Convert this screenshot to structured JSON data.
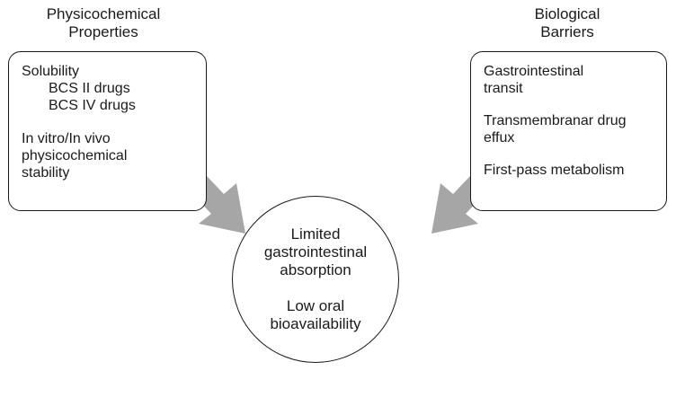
{
  "left": {
    "heading": [
      "Physicochemical",
      "Properties"
    ],
    "lines": [
      "Solubility",
      "BCS II drugs",
      "BCS IV drugs",
      "In vitro/In vivo",
      "physicochemical",
      "stability"
    ]
  },
  "right": {
    "heading": [
      "Biological",
      "Barriers"
    ],
    "lines": [
      "Gastrointestinal",
      "transit",
      "Transmembranar drug",
      "effux",
      "First-pass metabolism"
    ]
  },
  "center": {
    "block1": [
      "Limited",
      "gastrointestinal",
      "absorption"
    ],
    "block2": [
      "Low oral",
      "bioavailability"
    ]
  },
  "colors": {
    "arrow": "#a6a6a6",
    "stroke": "#1a1a1a",
    "background": "#ffffff"
  }
}
